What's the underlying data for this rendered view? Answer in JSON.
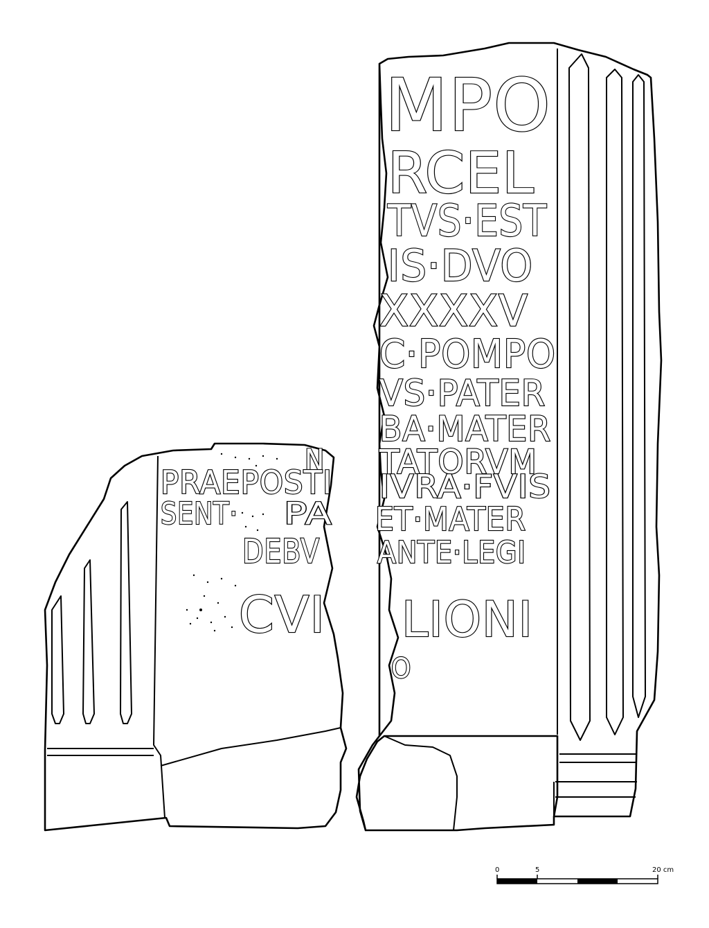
{
  "right_fragment": {
    "lines": [
      "MPO",
      "RCEL",
      "TVS·EST",
      "IS·DVO",
      "XXXXV",
      "C·POMPO",
      "VS·PATER",
      "BA·MATER",
      "TATORVM",
      "IVRA·FVIS",
      "ET·MATER",
      "ANTE·LEGI",
      "LIONI",
      "O"
    ]
  },
  "left_fragment": {
    "lines": [
      "PRAEPOSTI",
      "SENT·",
      "PA",
      "DEBV",
      "CVI"
    ],
    "partial_top": "N"
  },
  "scale_bar": {
    "tick_labels": [
      "0",
      "5",
      "20 cm"
    ]
  }
}
